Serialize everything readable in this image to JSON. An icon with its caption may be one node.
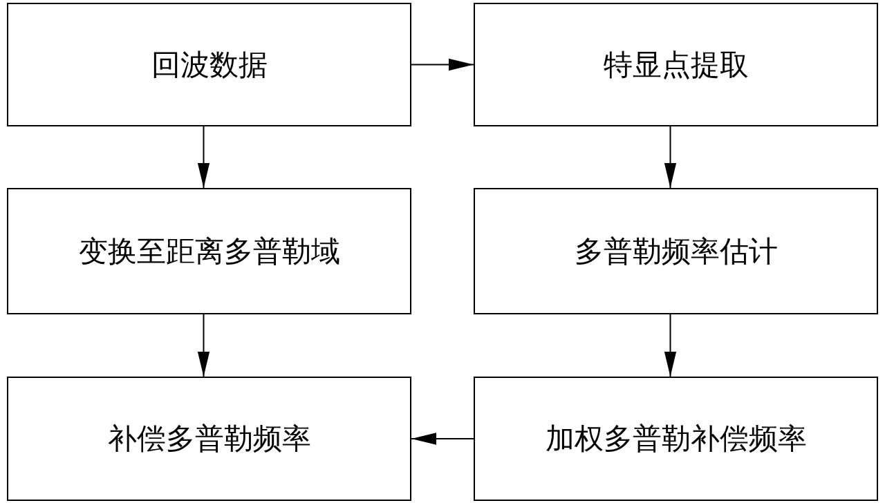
{
  "diagram": {
    "nodes": [
      {
        "text": [
          "回波数据"
        ]
      },
      {
        "text": [
          "特显点提取"
        ]
      },
      {
        "text": [
          "变换至距离多普勒域"
        ]
      },
      {
        "text": [
          "多普勒频率估计"
        ]
      },
      {
        "text": [
          "补偿多普勒频率"
        ]
      },
      {
        "text": [
          "加权多普勒补偿频率"
        ]
      }
    ],
    "edges": [
      {
        "from": 0,
        "to": 1,
        "arrow": "to"
      },
      {
        "from": 0,
        "to": 2,
        "arrow": "to"
      },
      {
        "from": 1,
        "to": 3,
        "arrow": "to"
      },
      {
        "from": 2,
        "to": 4,
        "arrow": "to"
      },
      {
        "from": 3,
        "to": 5,
        "arrow": "to"
      },
      {
        "from": 5,
        "to": 4,
        "arrow": "to"
      }
    ]
  }
}
